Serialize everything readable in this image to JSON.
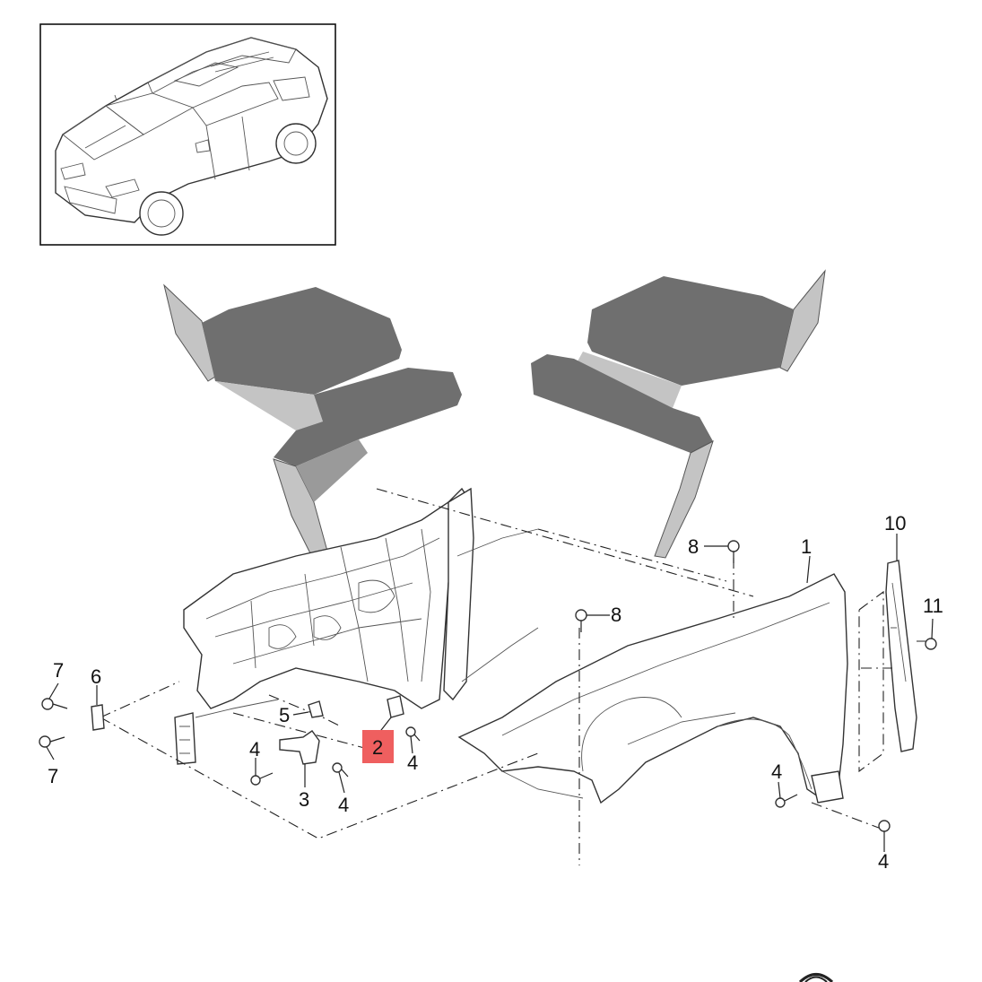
{
  "callouts": [
    {
      "id": "c1",
      "label": "1"
    },
    {
      "id": "c2",
      "label": "2",
      "highlight": true
    },
    {
      "id": "c3",
      "label": "3"
    },
    {
      "id": "c4a",
      "label": "4"
    },
    {
      "id": "c4b",
      "label": "4"
    },
    {
      "id": "c4c",
      "label": "4"
    },
    {
      "id": "c4d",
      "label": "4"
    },
    {
      "id": "c4e",
      "label": "4"
    },
    {
      "id": "c5",
      "label": "5"
    },
    {
      "id": "c6",
      "label": "6"
    },
    {
      "id": "c7a",
      "label": "7"
    },
    {
      "id": "c7b",
      "label": "7"
    },
    {
      "id": "c8a",
      "label": "8"
    },
    {
      "id": "c8b",
      "label": "8"
    },
    {
      "id": "c10",
      "label": "10"
    },
    {
      "id": "c11",
      "label": "11"
    }
  ],
  "colors": {
    "highlight": "#ef5f5f",
    "bracket_dark": "#6f6f6f",
    "bracket_light": "#c4c4c4",
    "line": "#222222"
  }
}
